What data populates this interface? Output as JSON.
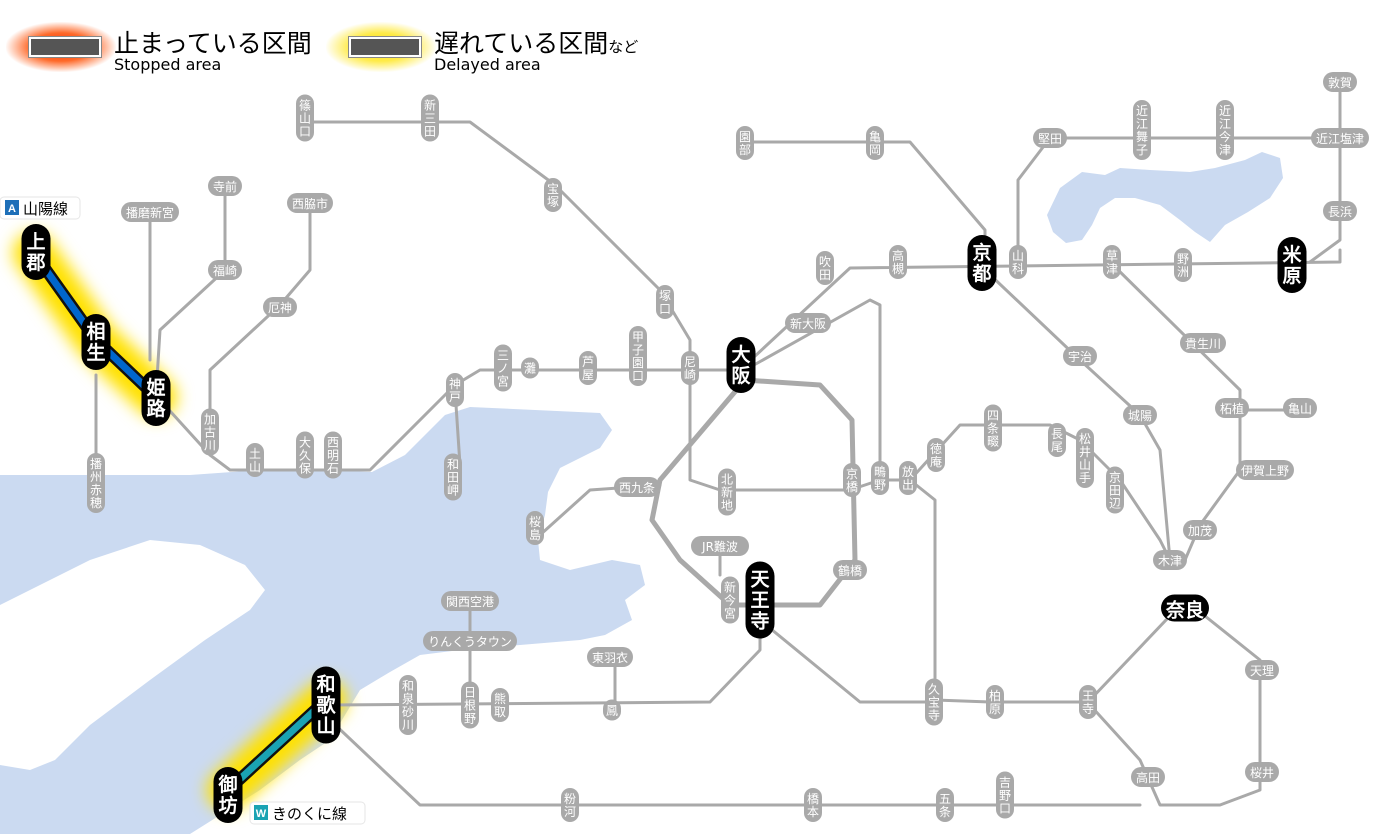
{
  "legend": {
    "stopped": {
      "ja": "止まっている区間",
      "en": "Stopped area"
    },
    "delayed": {
      "ja": "遅れている区間",
      "ja_suffix": "など",
      "en": "Delayed area"
    }
  },
  "lines": {
    "sanyo": {
      "badge": "A",
      "name": "山陽線",
      "status": "delayed",
      "color": "#0066cc"
    },
    "kinokuni": {
      "badge": "W",
      "name": "きのくに線",
      "status": "delayed",
      "color": "#1aa3b3"
    }
  },
  "colors": {
    "track": "#a9a9a9",
    "water": "#cbdaf1",
    "major_station": "#000000",
    "delay_glow": "#ffe100",
    "stop_glow": "#ff2a00"
  },
  "stations": {
    "kozuki": "上郡",
    "aioi": "相生",
    "himeji": "姫路",
    "gobo": "御坊",
    "wakayama": "和歌山",
    "harimashingu": "播磨新宮",
    "teramae": "寺前",
    "nishiwakishi": "西脇市",
    "fukusaki": "福崎",
    "yakujin": "厄神",
    "kakogawa": "加古川",
    "doki": "土山",
    "okubo": "大久保",
    "nishiakashi": "西明石",
    "banshuako": "播州赤穂",
    "sasayamaguchi": "篠山口",
    "shinsanda": "新三田",
    "takarazuka": "宝塚",
    "tsukaguchi": "塚口",
    "kobe": "神戸",
    "wadamisaki": "和田岬",
    "sannomiya": "三ノ宮",
    "nada": "灘",
    "ashiya": "芦屋",
    "koshienguchi": "甲子園口",
    "amagasaki": "尼崎",
    "osaka": "大阪",
    "kitashinchi": "北新地",
    "nishikujo": "西九条",
    "sakurajima": "桜島",
    "jrnamba": "JR難波",
    "shinimamiya": "新今宮",
    "tennoji": "天王寺",
    "tsuruhashi": "鶴橋",
    "kyobashi": "京橋",
    "shinosaka": "新大阪",
    "suita": "吹田",
    "takatsuki": "高槻",
    "kyoto": "京都",
    "yamashina": "山科",
    "sonobe": "園部",
    "kameoka": "亀岡",
    "katata": "堅田",
    "omimaiko": "近江舞子",
    "omiimazu": "近江今津",
    "tsuruga": "敦賀",
    "omishiotsu": "近江塩津",
    "nagahama": "長浜",
    "maibara": "米原",
    "kusatsu": "草津",
    "yasu": "野洲",
    "uji": "宇治",
    "jyoyo": "城陽",
    "kizu": "木津",
    "nara": "奈良",
    "tenri": "天理",
    "sakurai": "桜井",
    "takada": "高田",
    "oji": "王寺",
    "kashiwara": "柏原",
    "kyuhoji": "久宝寺",
    "hanaten": "放出",
    "kamono": "鴫野",
    "tokuan": "徳庵",
    "shijonawate": "四条畷",
    "nagao": "長尾",
    "matsuiyamate": "松井山手",
    "kyotanabe": "京田辺",
    "kamo": "加茂",
    "igaueno": "伊賀上野",
    "tsuge": "柘植",
    "kameyama": "亀山",
    "tsuge_kusatsu": "貴生川",
    "kansaiairport": "関西空港",
    "rinkutown": "りんくうタウン",
    "hineno": "日根野",
    "kumatori": "熊取",
    "izumisunagawa": "和泉砂川",
    "otori": "鳳",
    "higashihagoromo": "東羽衣",
    "kokawa": "粉河",
    "hashimoto": "橋本",
    "gojo": "五条",
    "yoshinoguchi": "吉野口"
  }
}
